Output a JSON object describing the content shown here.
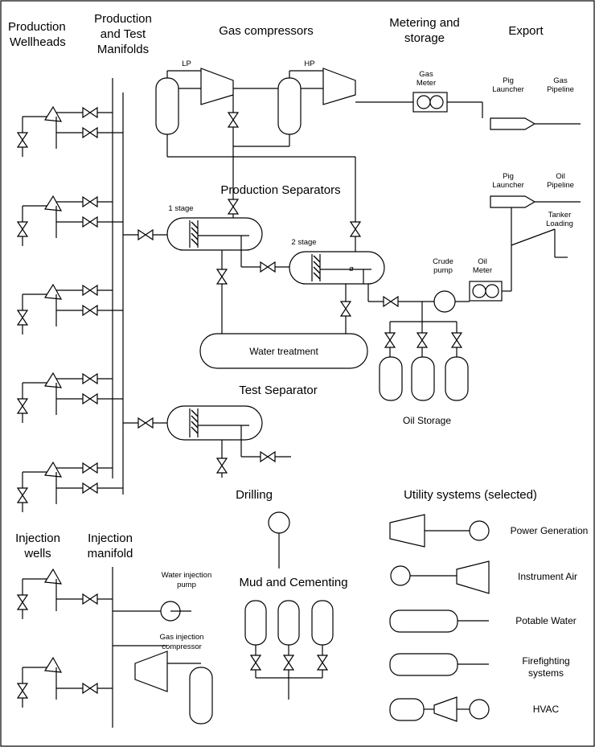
{
  "headers": {
    "production_wellheads": [
      "Production",
      "Wellheads"
    ],
    "production_test_manifolds": [
      "Production",
      "and Test",
      "Manifolds"
    ],
    "gas_compressors": "Gas compressors",
    "metering_storage": [
      "Metering and",
      "storage"
    ],
    "export": "Export",
    "production_separators": "Production Separators",
    "test_separator": "Test Separator",
    "drilling": "Drilling",
    "utility_systems": "Utility systems (selected)",
    "injection_wells": [
      "Injection",
      "wells"
    ],
    "injection_manifold": [
      "Injection",
      "manifold"
    ],
    "mud_cementing": "Mud and Cementing"
  },
  "labels": {
    "lp": "LP",
    "hp": "HP",
    "gas_meter": [
      "Gas",
      "Meter"
    ],
    "pig_launcher_gas": [
      "Pig",
      "Launcher"
    ],
    "gas_pipeline": [
      "Gas",
      "Pipeline"
    ],
    "pig_launcher_oil": [
      "Pig",
      "Launcher"
    ],
    "oil_pipeline": [
      "Oil",
      "Pipeline"
    ],
    "tanker_loading": [
      "Tanker",
      "Loading"
    ],
    "stage_1": "1 stage",
    "stage_2": "2 stage",
    "crude_pump": [
      "Crude",
      "pump"
    ],
    "oil_meter": [
      "Oil",
      "Meter"
    ],
    "water_treatment": "Water treatment",
    "oil_storage": "Oil Storage",
    "water_injection_pump": [
      "Water injection",
      "pump"
    ],
    "gas_injection_compressor": [
      "Gas injection",
      "compressor"
    ],
    "flow_symbol": "ø"
  },
  "utilities": [
    "Power Generation",
    "Instrument Air",
    "Potable Water",
    "Firefighting",
    "systems",
    "HVAC"
  ]
}
